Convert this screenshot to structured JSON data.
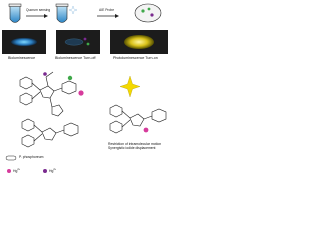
{
  "top_panel": {
    "arrow_1_label": "Quorum sensing",
    "arrow_2_label": "AIE Probe",
    "steps": [
      {
        "caption": "Bioluminescence"
      },
      {
        "caption": "Bioluminescence Turn-off"
      },
      {
        "caption": "Photoluminescence Turn-on"
      }
    ]
  },
  "legend": {
    "bacterium_label": "P. phosphoreum",
    "ion_a": "Hg",
    "ion_a_charge": "2+",
    "ion_b": "Hg",
    "ion_b_charge": "2+",
    "ion_b_label_suffix": ""
  },
  "bottom": {
    "mechanism_line1": "Restriction of intramolecular motion",
    "mechanism_line2": "Synergistic iodide displacement"
  },
  "colors": {
    "tube_liquid": "#3b9bd6",
    "bioluminescence": "#2fb6e6",
    "aie_fluorescence": "#e9d11b",
    "probe_green": "#3fa84a",
    "probe_purple": "#7a2a8f",
    "dark_panel": "#1c1c1c",
    "structure_line": "#1a1a1a",
    "star_bright": "#f4d900"
  },
  "icons": [
    "test-tube-icon",
    "petri-dish-icon",
    "sparkle-icon",
    "hg-ion-icon",
    "bacterium-icon",
    "arrow-icon"
  ]
}
